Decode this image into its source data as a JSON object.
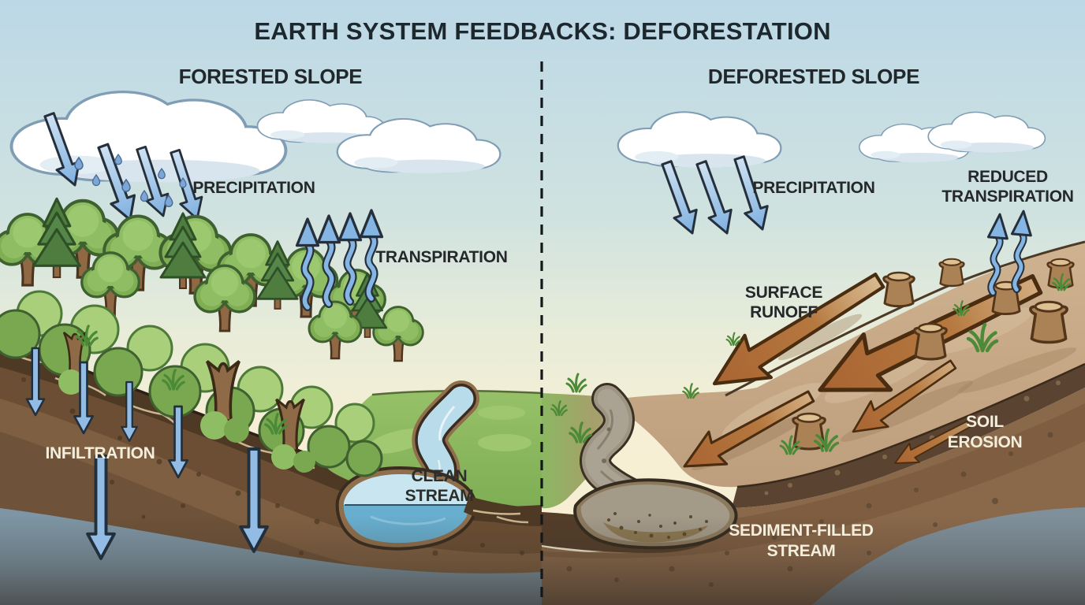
{
  "title": "EARTH SYSTEM FEEDBACKS: DEFORESTATION",
  "panels": {
    "left": {
      "heading": "FORESTED SLOPE",
      "precipitation": "PRECIPITATION",
      "transpiration": "TRANSPIRATION",
      "infiltration": "INFILTRATION",
      "stream": [
        "CLEAN",
        "STREAM"
      ]
    },
    "right": {
      "heading": "DEFORESTED SLOPE",
      "precipitation": "PRECIPITATION",
      "reduced_transpiration": [
        "REDUCED",
        "TRANSPIRATION"
      ],
      "surface_runoff": [
        "SURFACE",
        "RUNOFF"
      ],
      "soil_erosion": [
        "SOIL",
        "EROSION"
      ],
      "stream": [
        "SEDIMENT-FILLED",
        "STREAM"
      ]
    }
  },
  "colors": {
    "sky_top": "#bcd8e6",
    "sky_horizon": "#f7efd5",
    "title_text": "#1d272e",
    "label_dark": "#25282b",
    "label_light": "#f4eedd",
    "water_arrow_blue": "#85b5e2",
    "runoff_arrow_brown": "#ab6833",
    "clean_stream_blue": "#b9dcea",
    "pool_blue": "#68aecf",
    "sediment_stream_gray": "#a39a88",
    "canopy_green": "#8fbd63",
    "meadow_green": "#8cb761",
    "soil_dark": "#4e3925",
    "soil_mid": "#6b4e33",
    "slope_tan": "#c9ac8b",
    "groundwater": "#7d95a4",
    "divider": "#15181a"
  }
}
